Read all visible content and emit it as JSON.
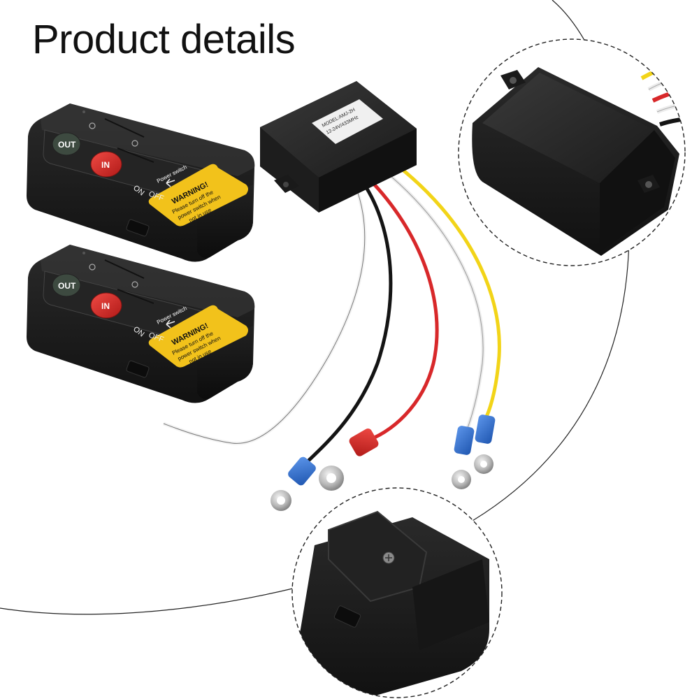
{
  "page": {
    "title": "Product details"
  },
  "remote": {
    "out_label": "OUT",
    "in_label": "IN",
    "on_label": "ON",
    "off_label": "OFF",
    "power_switch_label": "Power switch",
    "warning_title": "WARNING!",
    "warning_line1": "Please turn off the",
    "warning_line2": "power switch when",
    "warning_line3": "not in use"
  },
  "receiver": {
    "label_line1": "MODEL:AMJ-2H",
    "label_line2": "12-24V/433MHz"
  },
  "colors": {
    "body_black": "#1c1c1c",
    "warning_yellow": "#f2c21b",
    "in_button_red": "#d42a25",
    "out_button_green": "#3d4a40",
    "wire_red": "#d8282a",
    "wire_yellow": "#f2d418",
    "wire_white": "#e8e8e8",
    "wire_black": "#141414",
    "terminal_blue": "#2f6fd0"
  }
}
